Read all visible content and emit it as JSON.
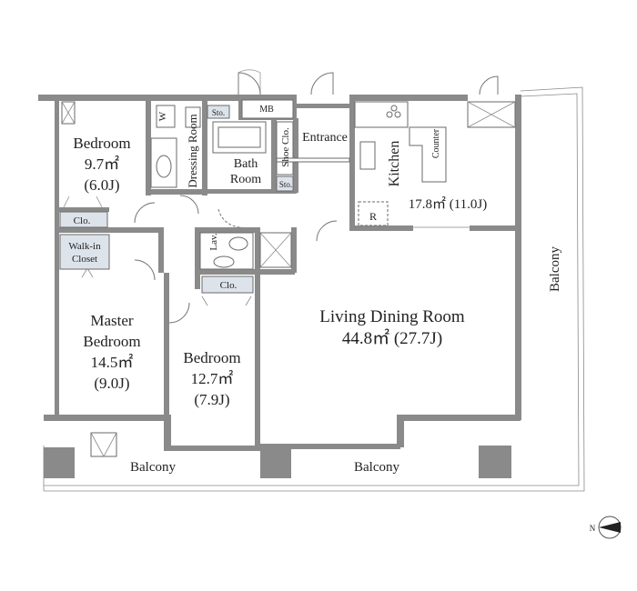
{
  "floor_plan": {
    "rooms": [
      {
        "name": "Bedroom",
        "area": "9.7㎡",
        "jo": "(6.0J)"
      },
      {
        "name": "Master",
        "name2": "Bedroom",
        "area": "14.5㎡",
        "jo": "(9.0J)"
      },
      {
        "name": "Bedroom",
        "area": "12.7㎡",
        "jo": "(7.9J)"
      },
      {
        "name": "Living Dining Room",
        "area": "44.8㎡ (27.7J)"
      },
      {
        "name": "Kitchen",
        "area": "17.8㎡ (11.0J)"
      }
    ],
    "labels": {
      "dressing_room": "Dressing Room",
      "bath": "Bath",
      "room": "Room",
      "entrance": "Entrance",
      "shoe_clo": "Shoe Clo.",
      "counter": "Counter",
      "walk_in_1": "Walk-in",
      "walk_in_2": "Closet",
      "clo_1": "Clo.",
      "clo_2": "Clo.",
      "sto_1": "Sto.",
      "sto_2": "Sto.",
      "mb": "MB",
      "w": "W",
      "lav": "Lav.",
      "r": "R",
      "balcony_left": "Balcony",
      "balcony_bottom": "Balcony",
      "balcony_right": "Balcony",
      "compass": "N"
    }
  }
}
